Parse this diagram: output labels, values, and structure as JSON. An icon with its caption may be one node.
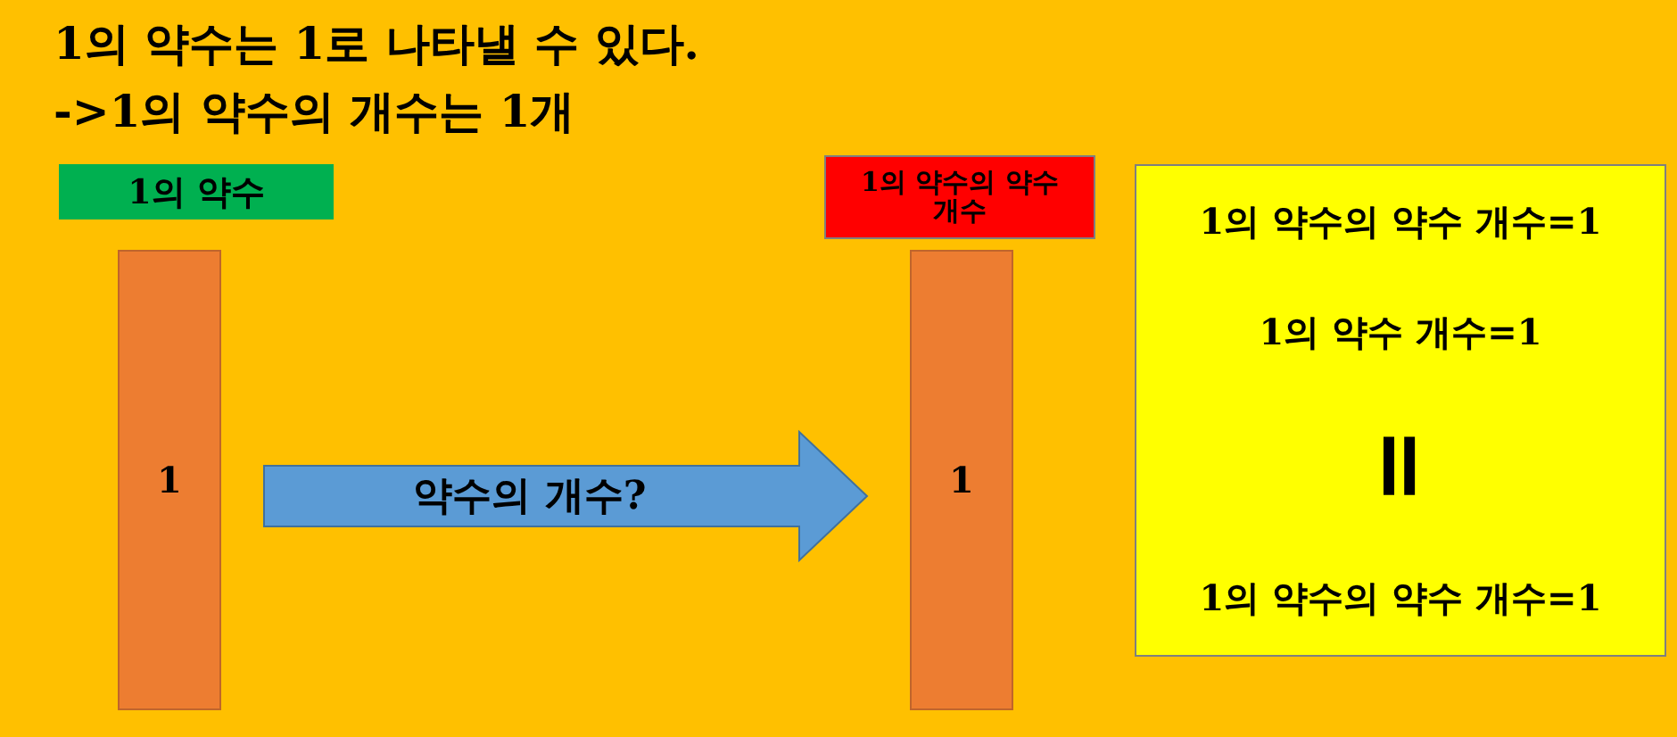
{
  "diagram": {
    "title": "1의 약수는 1로 나타낼 수 있다.",
    "nodes": [
      {
        "text": [
          "1의 약수"
        ]
      },
      {
        "text": [
          "1"
        ]
      },
      {
        "text": [
          "1의 약수의 약수 개수"
        ]
      },
      {
        "text": [
          "1"
        ]
      },
      {
        "text": [
          "1의 약수의 약수 개수=1",
          "1의 약수 개수=1",
          "=",
          "1의 약수의 약수 개수=1"
        ]
      }
    ],
    "edges": [
      {
        "from": 1,
        "to": 3,
        "arrow": "to",
        "label": "약수의 개수?",
        "style": "thick",
        "color": "#5b9bd5"
      }
    ],
    "labels": [
      "->1의 약수의 개수는 1개"
    ]
  }
}
